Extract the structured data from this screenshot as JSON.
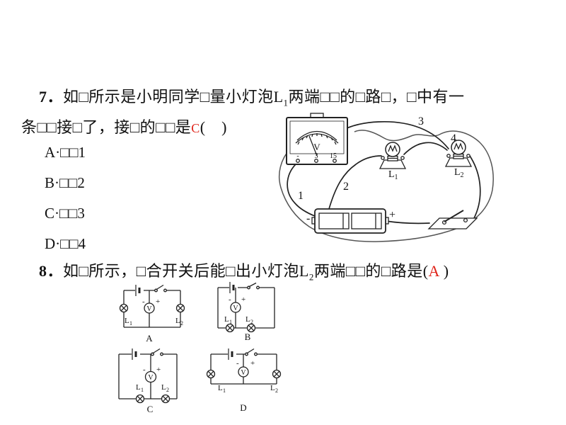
{
  "colors": {
    "answer_red": "#e0251b",
    "ink": "#111111"
  },
  "q7": {
    "number": "7．",
    "line1_pre": "如□所示是小明同学□量小灯泡L",
    "line1_sub": "1",
    "line1_post": "两端□□的□路□，□中有一",
    "line2_pre": "条□□接□了，接□的□□是",
    "answer": "C",
    "blank": "(　)",
    "options": [
      {
        "text": "A·□□1"
      },
      {
        "text": "B·□□2"
      },
      {
        "text": "C·□□3"
      },
      {
        "text": "D·□□4"
      }
    ],
    "figure": {
      "meter_v": "V",
      "term_minus": "-",
      "term_3": "3",
      "term_15": "15",
      "wire1": "1",
      "wire2": "2",
      "wire3": "3",
      "wire4": "4",
      "lamp1": "L",
      "lamp1_sub": "1",
      "lamp2": "L",
      "lamp2_sub": "2",
      "bat_minus": "-",
      "bat_plus": "+"
    }
  },
  "q8": {
    "number": "8．",
    "line_pre": "如□所示，□合开关后能□出小灯泡L",
    "line_sub": "2",
    "line_post": "两端□□的□路是",
    "paren_open": "(",
    "answer": "A",
    "paren_close": " )",
    "diagrams": {
      "a": {
        "letter": "A",
        "v": "V",
        "minus": "-",
        "plus": "+",
        "l1": "L",
        "l1s": "1",
        "l2": "L",
        "l2s": "2"
      },
      "b": {
        "letter": "B",
        "v": "V",
        "minus": "-",
        "plus": "+",
        "l1": "L",
        "l1s": "1",
        "l2": "L",
        "l2s": "2"
      },
      "c": {
        "letter": "C",
        "v": "V",
        "minus": "-",
        "plus": "+",
        "l1": "L",
        "l1s": "1",
        "l2": "L",
        "l2s": "2"
      },
      "d": {
        "letter": "D",
        "v": "V",
        "minus": "-",
        "plus": "+",
        "l1": "L",
        "l1s": "1",
        "l2": "L",
        "l2s": "2"
      }
    }
  }
}
